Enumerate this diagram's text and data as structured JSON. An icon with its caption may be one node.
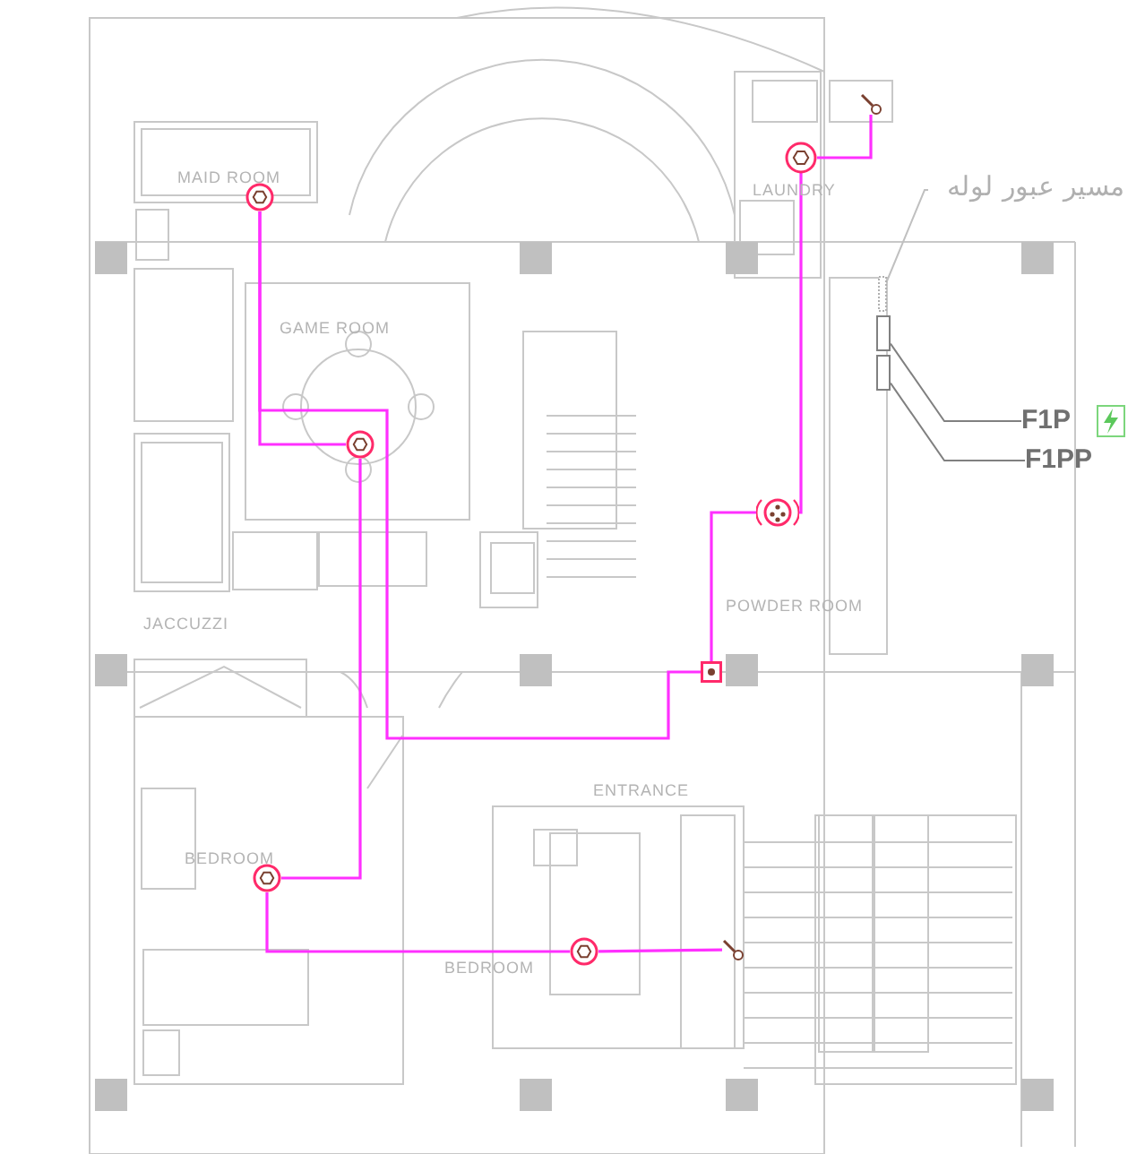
{
  "diagram": {
    "nodes": [
      {
        "text": [],
        "shape": "circle"
      },
      {
        "text": [],
        "shape": "circle"
      },
      {
        "text": [],
        "shape": "circle"
      },
      {
        "text": [],
        "shape": "circle"
      },
      {
        "text": [],
        "shape": "circle"
      },
      {
        "text": [],
        "shape": "box"
      },
      {
        "text": [],
        "shape": "circle"
      },
      {
        "text": [],
        "shape": "circle"
      },
      {
        "text": [],
        "shape": "circle"
      },
      {
        "text": [
          "F1P"
        ]
      },
      {
        "text": [],
        "shape": "box"
      },
      {
        "text": [
          "F1PP"
        ]
      },
      {
        "text": [],
        "shape": "box"
      },
      {
        "text": [
          "مسیر عبور لوله"
        ]
      },
      {
        "text": [],
        "shape": "bar"
      }
    ],
    "edges": [
      {
        "from": 0,
        "to": 1,
        "arrow": "none"
      },
      {
        "from": 0,
        "to": 5,
        "arrow": "none"
      },
      {
        "from": 1,
        "to": 6,
        "arrow": "none"
      },
      {
        "from": 6,
        "to": 7,
        "arrow": "none"
      },
      {
        "from": 7,
        "to": 8,
        "arrow": "none"
      },
      {
        "from": 2,
        "to": 3,
        "arrow": "none"
      },
      {
        "from": 2,
        "to": 4,
        "arrow": "none"
      },
      {
        "from": 4,
        "to": 5,
        "arrow": "none"
      },
      {
        "from": 9,
        "to": 10,
        "arrow": "none",
        "color": "#808080"
      },
      {
        "from": 11,
        "to": 12,
        "arrow": "none",
        "color": "#808080"
      },
      {
        "from": 13,
        "to": 14,
        "arrow": "none",
        "color": "#c0c0c0"
      }
    ],
    "labels": [
      "MAID ROOM",
      "LAUNDRY",
      "GAME ROOM",
      "JACCUZZI",
      "POWDER ROOM",
      "ENTRANCE",
      "BEDROOM",
      "BEDROOM"
    ]
  }
}
